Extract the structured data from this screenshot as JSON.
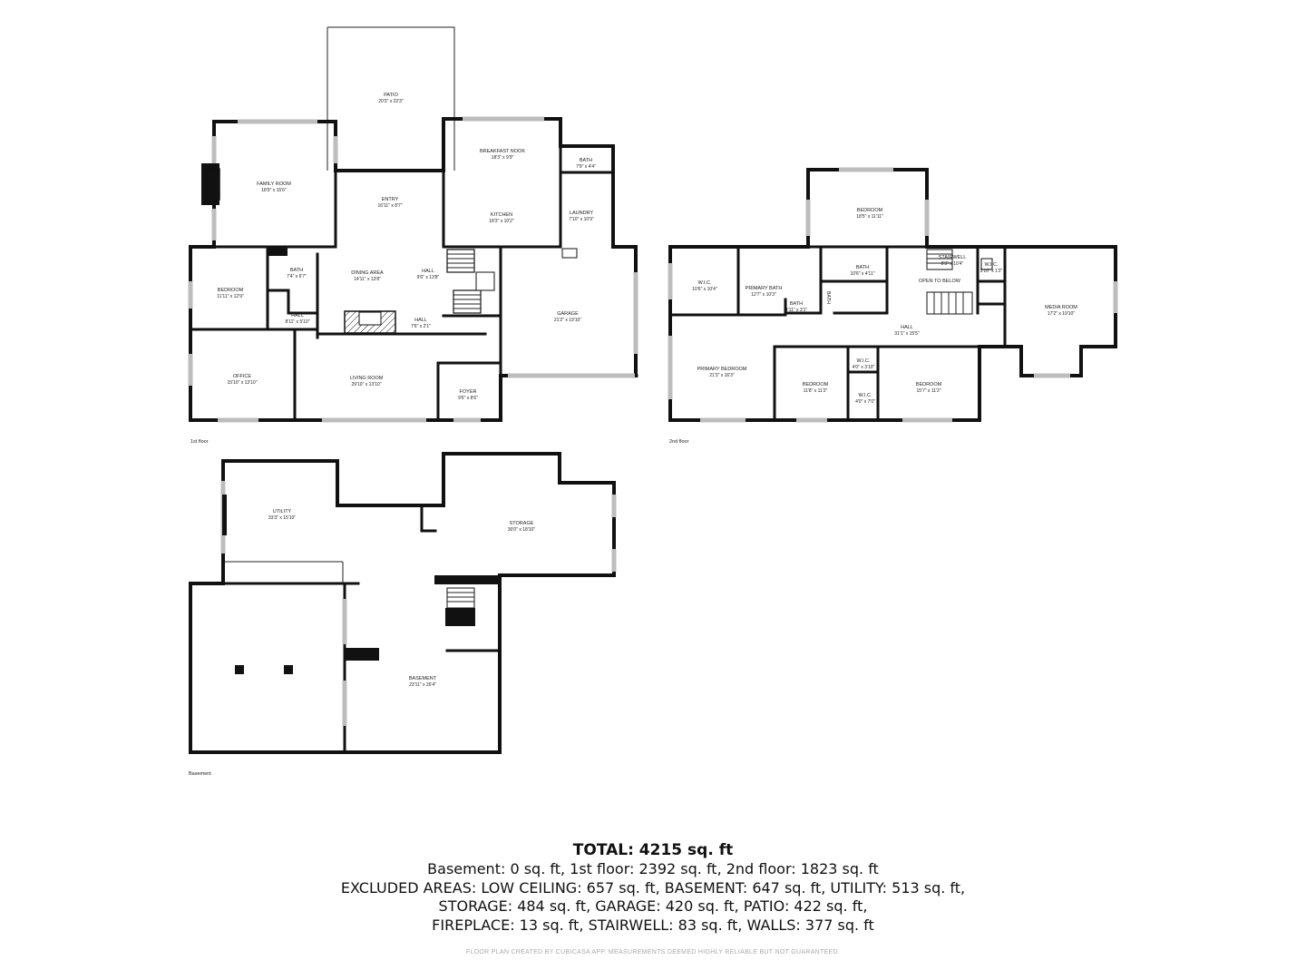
{
  "floors": {
    "first": {
      "label": "1st floor",
      "rooms": [
        {
          "id": "patio",
          "name": "PATIO",
          "dims": "20'3\" x 22'3\""
        },
        {
          "id": "family_room",
          "name": "FAMILY ROOM",
          "dims": "18'9\" x 15'6\""
        },
        {
          "id": "entry",
          "name": "ENTRY",
          "dims": "16'11\" x 8'7\""
        },
        {
          "id": "breakfast_nook",
          "name": "BREAKFAST NOOK",
          "dims": "18'3\" x 9'9\""
        },
        {
          "id": "bath_small",
          "name": "BATH",
          "dims": "7'9\" x 4'4\""
        },
        {
          "id": "kitchen",
          "name": "KITCHEN",
          "dims": "18'3\" x 10'2\""
        },
        {
          "id": "laundry",
          "name": "LAUNDRY",
          "dims": "7'10\" x 10'9\""
        },
        {
          "id": "bath_1",
          "name": "BATH",
          "dims": "7'4\" x 6'7\""
        },
        {
          "id": "bedroom_1",
          "name": "BEDROOM",
          "dims": "11'11\" x 12'9\""
        },
        {
          "id": "dining",
          "name": "DINING AREA",
          "dims": "14'11\" x 13'8\""
        },
        {
          "id": "hall_1",
          "name": "HALL",
          "dims": "9'6\" x 13'8\""
        },
        {
          "id": "hall_2",
          "name": "HALL",
          "dims": "8'11\" x 5'10\""
        },
        {
          "id": "hall_3",
          "name": "HALL",
          "dims": "7'6\" x 2'1\""
        },
        {
          "id": "garage",
          "name": "GARAGE",
          "dims": "21'2\" x 19'10\""
        },
        {
          "id": "office",
          "name": "OFFICE",
          "dims": "15'10\" x 13'10\""
        },
        {
          "id": "living",
          "name": "LIVING ROOM",
          "dims": "29'10\" x 13'10\""
        },
        {
          "id": "foyer",
          "name": "FOYER",
          "dims": "9'6\" x 8'6\""
        }
      ]
    },
    "second": {
      "label": "2nd floor",
      "rooms": [
        {
          "id": "bedroom_top",
          "name": "BEDROOM",
          "dims": "18'5\" x 11'11\""
        },
        {
          "id": "wic_1",
          "name": "W.I.C.",
          "dims": "10'6\" x 10'4\""
        },
        {
          "id": "primary_bath",
          "name": "PRIMARY BATH",
          "dims": "12'7\" x 10'3\""
        },
        {
          "id": "bath_2",
          "name": "BATH",
          "dims": "10'6\" x 4'11\""
        },
        {
          "id": "bath_tiny",
          "name": "BATH",
          "dims": "4'11\" x 3'1\""
        },
        {
          "id": "bath_vert",
          "name": "BATH",
          "dims": ""
        },
        {
          "id": "stairwell",
          "name": "STAIRWELL",
          "dims": "8'3\" x 10'4\""
        },
        {
          "id": "open_below",
          "name": "OPEN TO BELOW",
          "dims": ""
        },
        {
          "id": "wic_small",
          "name": "W.I.C.",
          "dims": "3'10\" x 1'2\""
        },
        {
          "id": "media",
          "name": "MEDIA ROOM",
          "dims": "17'2\" x 19'10\""
        },
        {
          "id": "hall_up",
          "name": "HALL",
          "dims": "31'1\" x 15'5\""
        },
        {
          "id": "primary_bed",
          "name": "PRIMARY BEDROOM",
          "dims": "21'3\" x 16'3\""
        },
        {
          "id": "bedroom_2",
          "name": "BEDROOM",
          "dims": "11'8\" x 11'2\""
        },
        {
          "id": "wic_2",
          "name": "W.I.C.",
          "dims": "4'0\" x 3'10\""
        },
        {
          "id": "wic_3",
          "name": "W.I.C.",
          "dims": "4'0\" x 7'0\""
        },
        {
          "id": "bedroom_3",
          "name": "BEDROOM",
          "dims": "15'7\" x 11'2\""
        }
      ]
    },
    "basement": {
      "label": "Basement",
      "rooms": [
        {
          "id": "utility",
          "name": "UTILITY",
          "dims": "33'3\" x 15'10\""
        },
        {
          "id": "storage",
          "name": "STORAGE",
          "dims": "30'0\" x 18'10\""
        },
        {
          "id": "basement",
          "name": "BASEMENT",
          "dims": "23'11\" x 26'4\""
        }
      ]
    }
  },
  "summary": {
    "total": "TOTAL: 4215 sq. ft",
    "lines": [
      "Basement: 0 sq. ft, 1st floor: 2392 sq. ft, 2nd floor: 1823 sq. ft",
      "EXCLUDED AREAS: LOW CEILING: 657 sq. ft, BASEMENT: 647 sq. ft, UTILITY: 513 sq. ft,",
      "STORAGE: 484 sq. ft, GARAGE: 420 sq. ft, PATIO: 422 sq. ft,",
      "FIREPLACE: 13 sq. ft, STAIRWELL: 83 sq. ft, WALLS: 377 sq. ft"
    ]
  },
  "disclaimer": "FLOOR PLAN CREATED BY CUBICASA APP. MEASUREMENTS DEEMED HIGHLY RELIABLE BUT NOT GUARANTEED."
}
